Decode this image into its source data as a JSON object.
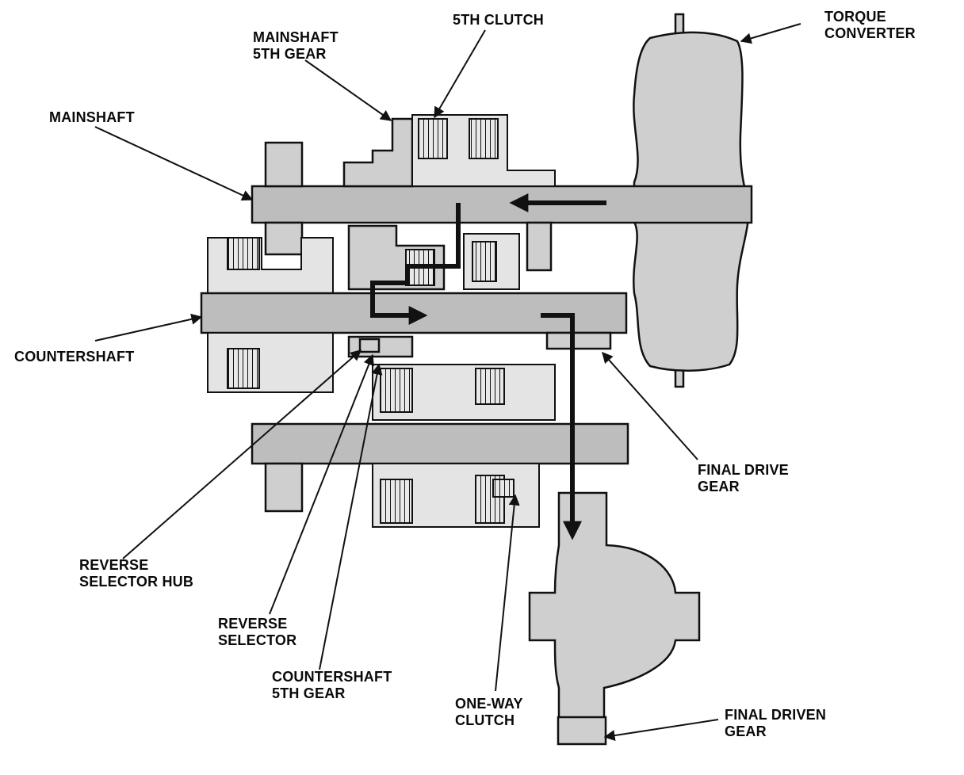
{
  "labels": {
    "torque_converter": [
      "TORQUE",
      "CONVERTER"
    ],
    "fifth_clutch": [
      "5TH CLUTCH"
    ],
    "mainshaft_fifth_gear": [
      "MAINSHAFT",
      "5TH GEAR"
    ],
    "mainshaft": [
      "MAINSHAFT"
    ],
    "countershaft": [
      "COUNTERSHAFT"
    ],
    "final_drive_gear": [
      "FINAL DRIVE",
      "GEAR"
    ],
    "reverse_selector_hub": [
      "REVERSE",
      "SELECTOR HUB"
    ],
    "reverse_selector": [
      "REVERSE",
      "SELECTOR"
    ],
    "countershaft_fifth_gear": [
      "COUNTERSHAFT",
      "5TH GEAR"
    ],
    "one_way_clutch": [
      "ONE-WAY",
      "CLUTCH"
    ],
    "final_driven_gear": [
      "FINAL DRIVEN",
      "GEAR"
    ]
  }
}
